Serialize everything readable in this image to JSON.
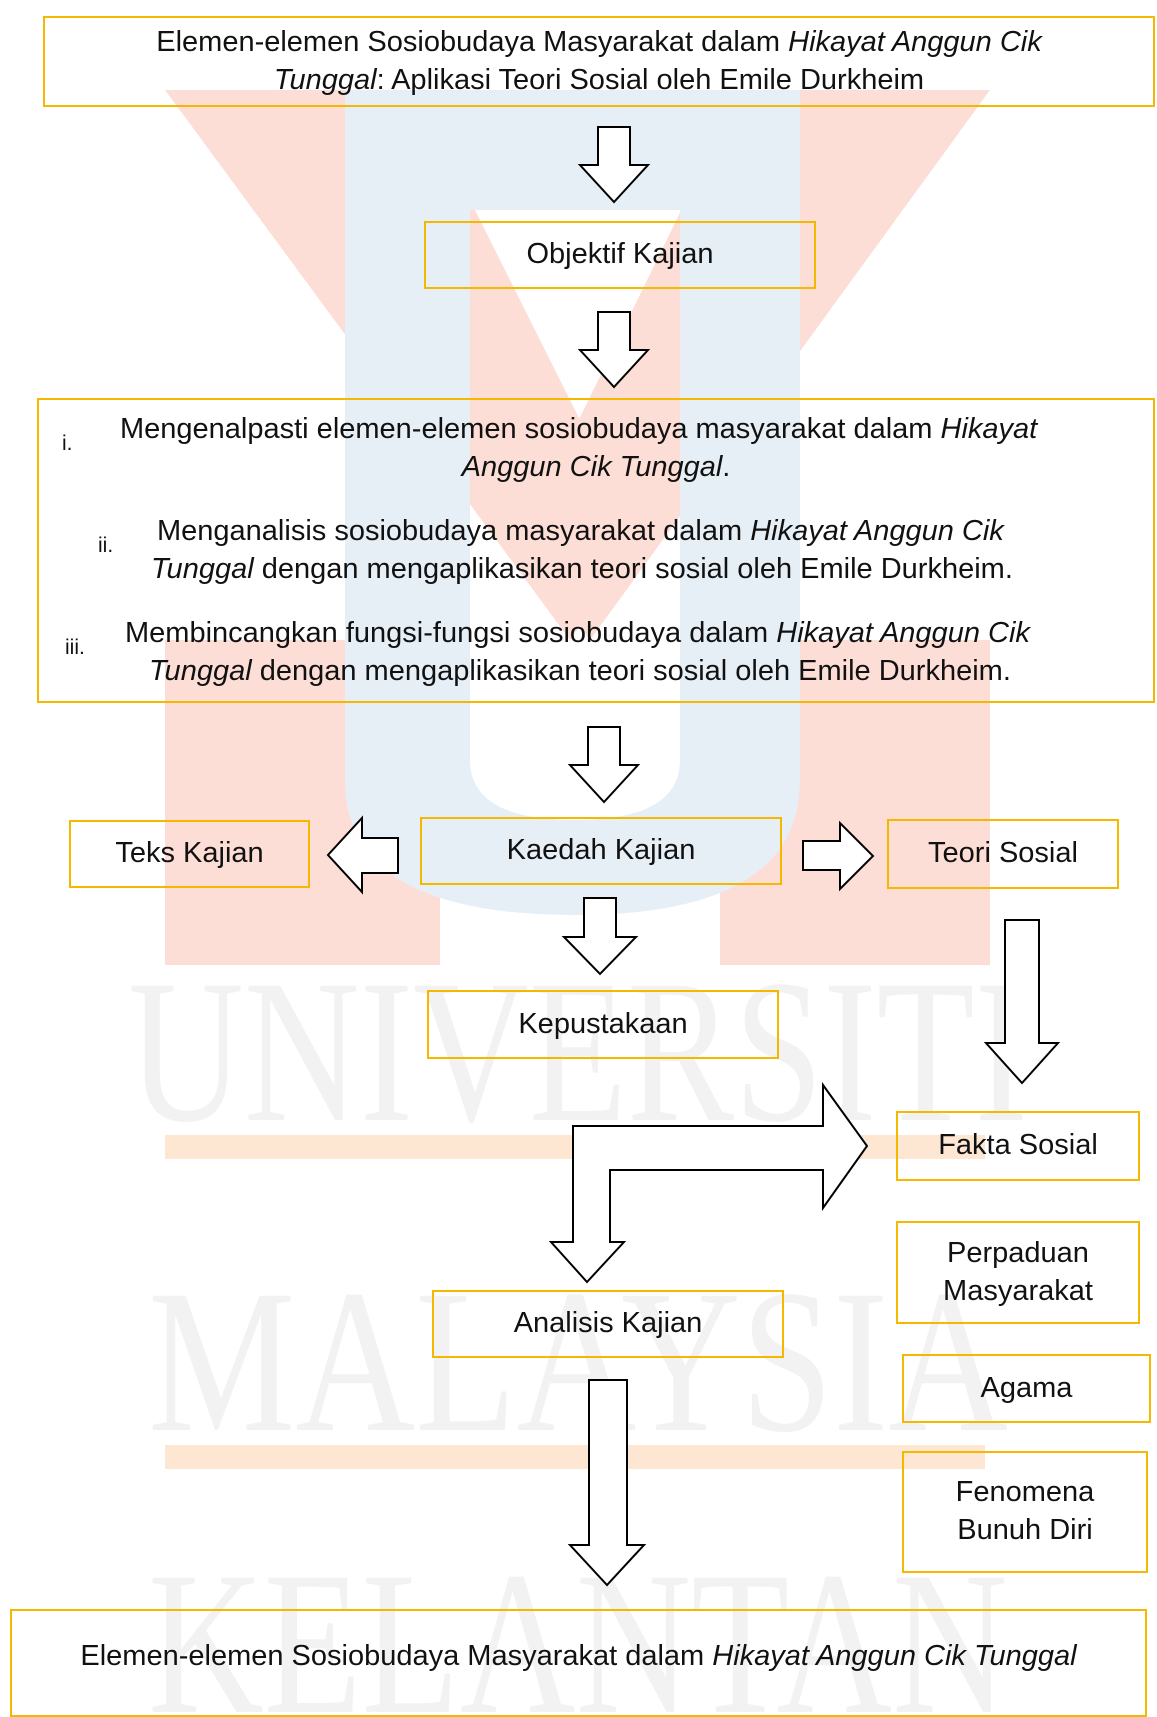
{
  "watermark": {
    "lines": [
      "UNIVERSITI",
      "MALAYSIA",
      "KELANTAN"
    ],
    "colors": {
      "red": "#fcded6",
      "blue": "#e6eef6",
      "orange": "#fde7d3",
      "text": "#f2f2f2"
    }
  },
  "colors": {
    "box_border": "#f5b800",
    "arrow_stroke": "#000000",
    "text": "#111111"
  },
  "title": {
    "prefix": "Elemen-elemen Sosiobudaya Masyarakat dalam ",
    "italic": "Hikayat Anggun Cik",
    "italic2": "Tunggal",
    "suffix": ": Aplikasi Teori Sosial oleh Emile Durkheim"
  },
  "objective_box": {
    "label": "Objektif Kajian"
  },
  "objectives": [
    {
      "num": "i.",
      "l1_pre": "Mengenalpasti elemen-elemen sosiobudaya masyarakat dalam ",
      "l1_it": "Hikayat",
      "l2_it": "Anggun Cik Tunggal",
      "l2_post": "."
    },
    {
      "num": "ii.",
      "l1_pre": "Menganalisis sosiobudaya masyarakat dalam ",
      "l1_it": "Hikayat Anggun Cik",
      "l2_it": "Tunggal",
      "l2_post": " dengan mengaplikasikan teori sosial oleh Emile Durkheim."
    },
    {
      "num": "iii.",
      "l1_pre": "Membincangkan fungsi-fungsi sosiobudaya dalam ",
      "l1_it": "Hikayat Anggun Cik",
      "l2_it": "Tunggal",
      "l2_post": " dengan mengaplikasikan teori sosial oleh Emile Durkheim."
    }
  ],
  "method": {
    "teks": "Teks Kajian",
    "kaedah": "Kaedah Kajian",
    "teori": "Teori Sosial",
    "kepustakaan": "Kepustakaan"
  },
  "theory_items": {
    "fakta": "Fakta Sosial",
    "perpaduan_l1": "Perpaduan",
    "perpaduan_l2": "Masyarakat",
    "agama": "Agama",
    "fenomena_l1": "Fenomena",
    "fenomena_l2": "Bunuh Diri"
  },
  "analisis": {
    "label": "Analisis Kajian"
  },
  "result": {
    "prefix": "Elemen-elemen Sosiobudaya Masyarakat dalam ",
    "italic": "Hikayat Anggun Cik Tunggal"
  }
}
